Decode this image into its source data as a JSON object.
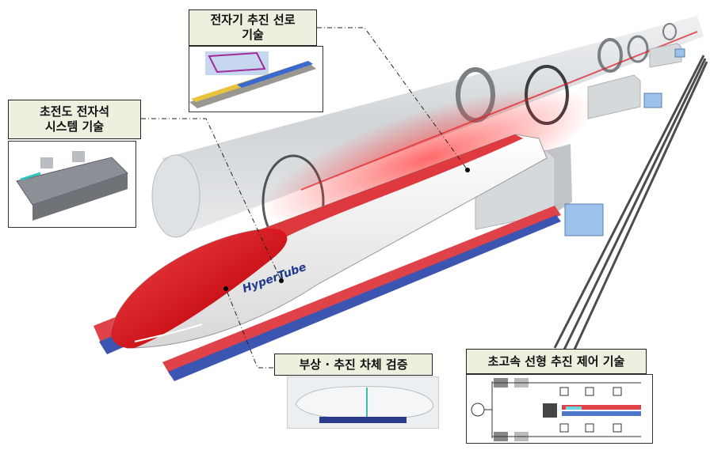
{
  "labels": {
    "propulsion_line": {
      "line1": "전자기 추진 선로",
      "line2": "기술"
    },
    "superconducting": {
      "line1": "초전도 전자석",
      "line2": "시스템 기술"
    },
    "levitation_verification": {
      "line1": "부상 · 추진 차체 검증"
    },
    "linear_control": {
      "line1": "초고속 선형 추진 제어 기술"
    }
  },
  "vehicle": {
    "logo": "HyperTube"
  },
  "colors": {
    "label_bg": "#ebf1de",
    "tube": "#cfd3d6",
    "vehicle_red": "#d9181e",
    "coil_red": "#e0424a",
    "coil_blue": "#3b55b0",
    "pillar": "#d6d9dc",
    "box_blue": "#9cc2ea"
  }
}
